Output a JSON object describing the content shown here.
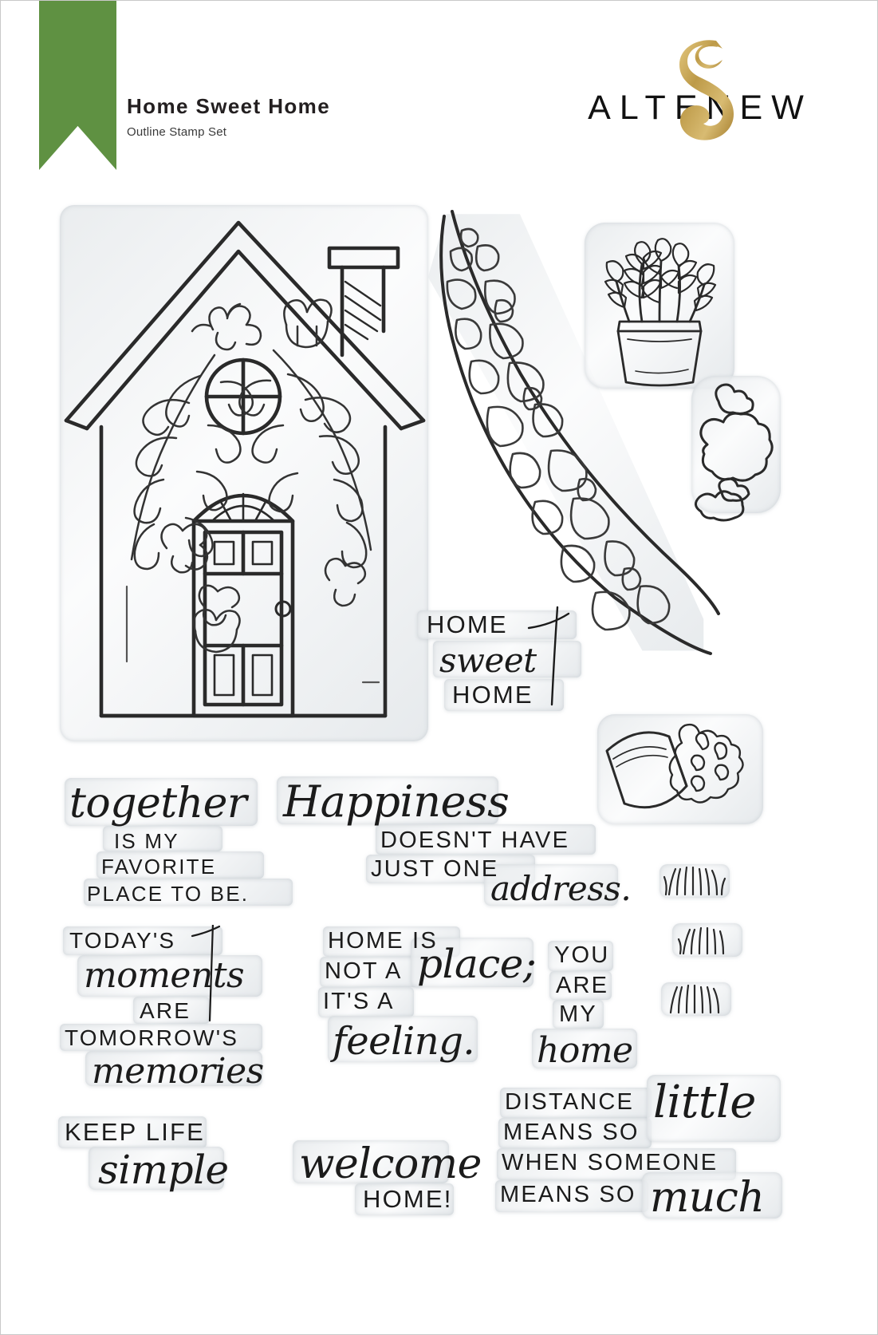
{
  "page": {
    "background": "#ffffff",
    "border_color": "#c9c9c9",
    "ribbon_color": "#5f9142",
    "ink_color": "#1b1b1b",
    "gold_color": "#bd9a48"
  },
  "header": {
    "ribbon_name": "green-ribbon",
    "title": "Home Sweet Home",
    "subtitle": "Outline Stamp Set",
    "brand": "ALTENEW",
    "brand_flourish": "gold-ampersand-flourish"
  },
  "stamps": {
    "images": [
      {
        "name": "house-with-florals-stamp",
        "label": "House with chimney, round window, door and floral vines"
      },
      {
        "name": "cobblestone-path-stamp",
        "label": "Curved cobblestone pathway"
      },
      {
        "name": "potted-plant-stamp",
        "label": "Potted leafy plant in terracotta pot"
      },
      {
        "name": "bush-large-stamp",
        "label": "Large cloud-shaped bush"
      },
      {
        "name": "bush-small-stamp",
        "label": "Small cloud-shaped bush"
      },
      {
        "name": "tipped-flowerpot-stamp",
        "label": "Tipped-over flower pot with spilling blooms"
      },
      {
        "name": "grass-tuft-1-stamp",
        "label": "Grass tuft"
      },
      {
        "name": "grass-tuft-2-stamp",
        "label": "Grass tuft"
      },
      {
        "name": "grass-tuft-3-stamp",
        "label": "Grass tuft"
      }
    ],
    "sentiments": [
      {
        "name": "home-sweet-home-sentiment",
        "lines": [
          {
            "text": "HOME",
            "style": "caps"
          },
          {
            "text": "sweet",
            "style": "script"
          },
          {
            "text": "HOME",
            "style": "caps"
          }
        ]
      },
      {
        "name": "together-favorite-place-sentiment",
        "lines": [
          {
            "text": "together",
            "style": "script"
          },
          {
            "text": "IS MY",
            "style": "caps"
          },
          {
            "text": "FAVORITE",
            "style": "caps"
          },
          {
            "text": "PLACE TO BE.",
            "style": "caps"
          }
        ]
      },
      {
        "name": "happiness-address-sentiment",
        "lines": [
          {
            "text": "Happiness",
            "style": "script"
          },
          {
            "text": "DOESN'T HAVE",
            "style": "caps"
          },
          {
            "text": "JUST ONE",
            "style": "caps"
          },
          {
            "text": "address.",
            "style": "script"
          }
        ]
      },
      {
        "name": "todays-moments-sentiment",
        "lines": [
          {
            "text": "TODAY'S",
            "style": "caps"
          },
          {
            "text": "moments",
            "style": "script"
          },
          {
            "text": "ARE",
            "style": "caps"
          },
          {
            "text": "TOMORROW'S",
            "style": "caps"
          },
          {
            "text": "memories",
            "style": "script"
          }
        ]
      },
      {
        "name": "home-is-not-a-place-sentiment",
        "lines": [
          {
            "text": "HOME IS",
            "style": "caps"
          },
          {
            "text": "NOT A",
            "style": "caps"
          },
          {
            "text": "place;",
            "style": "script"
          },
          {
            "text": "IT'S A",
            "style": "caps"
          },
          {
            "text": "feeling.",
            "style": "script"
          }
        ]
      },
      {
        "name": "you-are-my-home-sentiment",
        "lines": [
          {
            "text": "YOU",
            "style": "caps"
          },
          {
            "text": "ARE",
            "style": "caps"
          },
          {
            "text": "MY",
            "style": "caps"
          },
          {
            "text": "home",
            "style": "script"
          }
        ]
      },
      {
        "name": "keep-life-simple-sentiment",
        "lines": [
          {
            "text": "KEEP LIFE",
            "style": "caps"
          },
          {
            "text": "simple",
            "style": "script"
          }
        ]
      },
      {
        "name": "welcome-home-sentiment",
        "lines": [
          {
            "text": "welcome",
            "style": "script"
          },
          {
            "text": "HOME!",
            "style": "caps"
          }
        ]
      },
      {
        "name": "distance-means-so-little-sentiment",
        "lines": [
          {
            "text": "DISTANCE",
            "style": "caps"
          },
          {
            "text": "MEANS SO",
            "style": "caps"
          },
          {
            "text": "little",
            "style": "script"
          },
          {
            "text": "WHEN SOMEONE",
            "style": "caps"
          },
          {
            "text": "MEANS SO",
            "style": "caps"
          },
          {
            "text": "much",
            "style": "script"
          }
        ]
      }
    ]
  }
}
